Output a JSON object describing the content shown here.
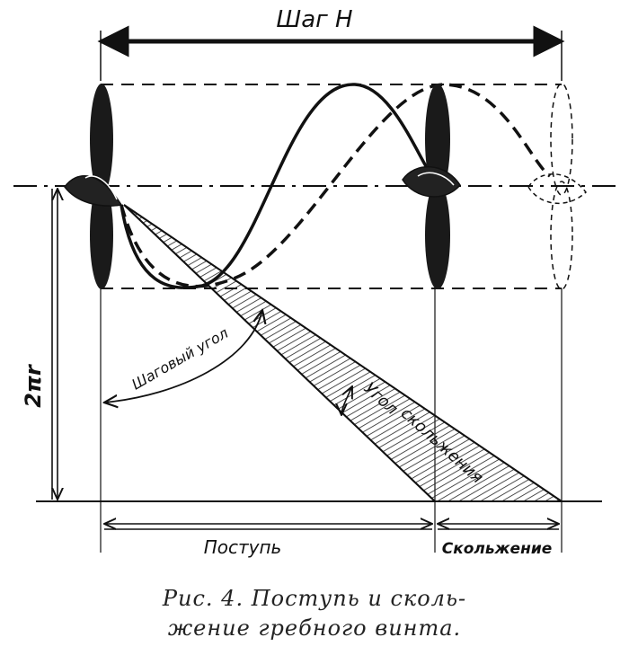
{
  "labels": {
    "pitch": "Шаг H",
    "pitch_angle": "Шаговый угол",
    "slip_angle_1": "Угол",
    "slip_angle_2": "скольжения",
    "two_pi_r": "2πr",
    "advance": "Поступь",
    "slip": "Скольжение"
  },
  "caption": {
    "line1": "Рис. 4. Поступь и сколь-",
    "line2": "жение гребного винта."
  }
}
